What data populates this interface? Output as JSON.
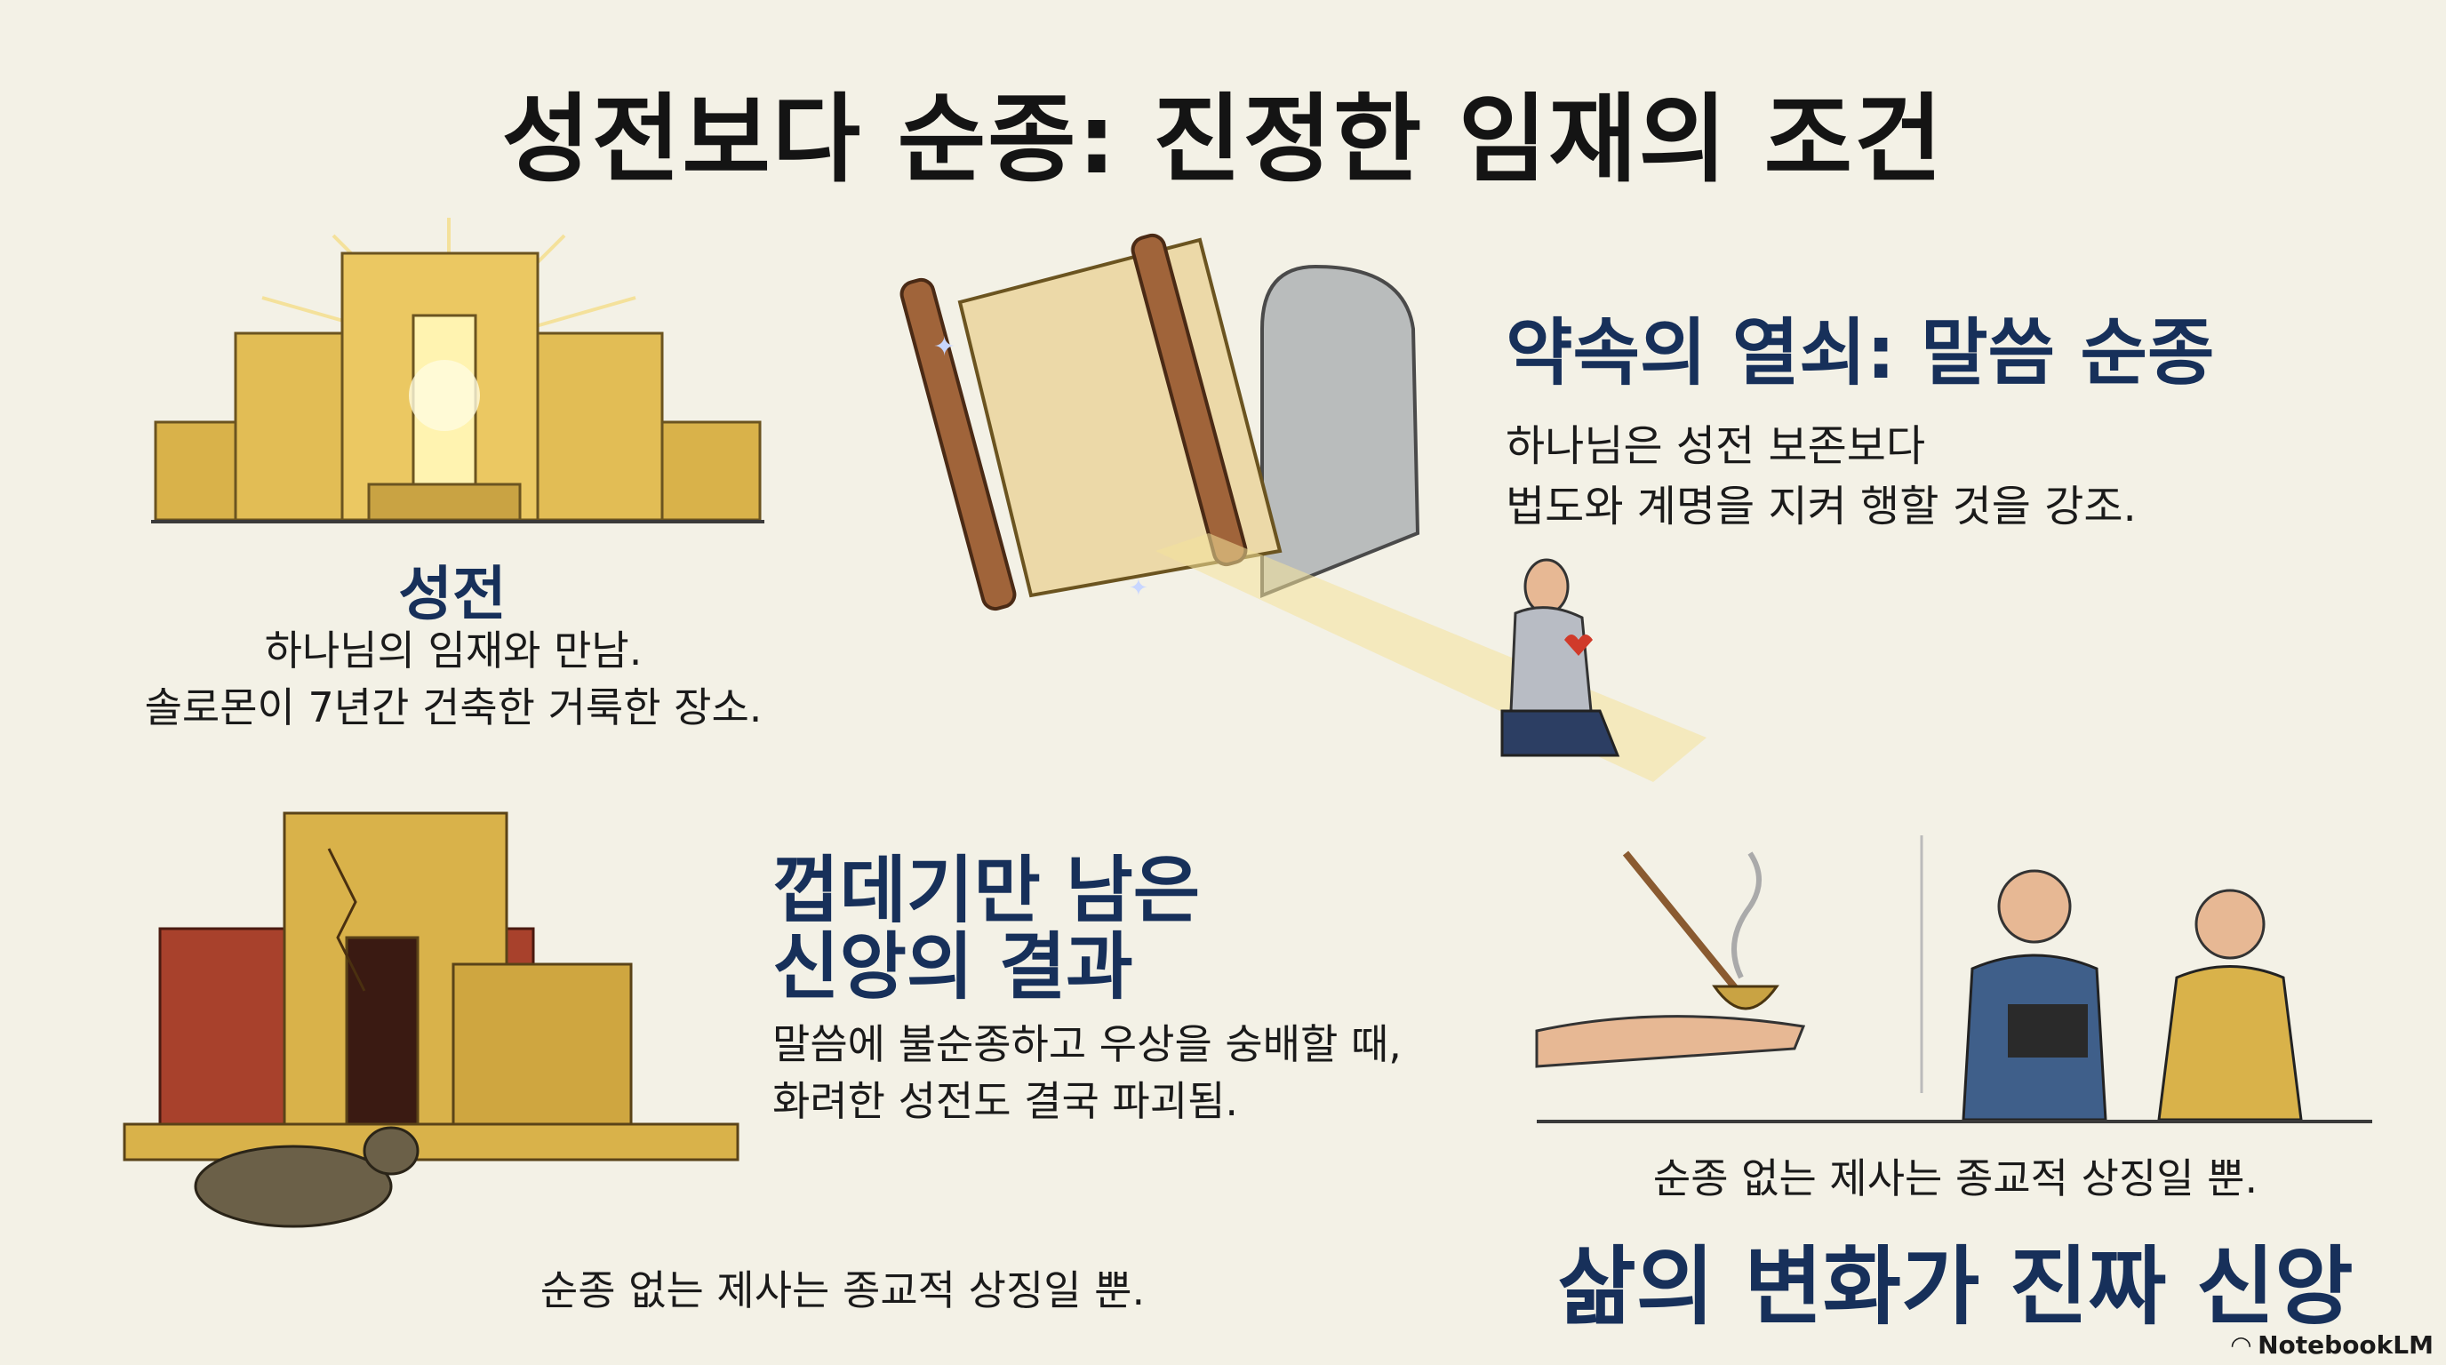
{
  "title": "성전보다 순종: 진정한 임재의 조건",
  "temple": {
    "heading": "성전",
    "lines": [
      "하나님의 임재와 만남.",
      "솔로몬이 7년간 건축한 거룩한 장소."
    ]
  },
  "covenant": {
    "heading": "약속의 열쇠: 말씀 순종",
    "lines": [
      "하나님은 성전 보존보다",
      "법도와 계명을 지켜 행할 것을 강조."
    ]
  },
  "ruin": {
    "heading_lines": [
      "껍데기만 남은",
      "신앙의 결과"
    ],
    "lines": [
      "말씀에 불순종하고 우상을 숭배할 때,",
      "화려한 성전도 결국 파괴됨."
    ],
    "caption": "순종 없는 제사는 종교적 상징일 뿐."
  },
  "life": {
    "caption": "순종 없는 제사는 종교적 상징일 뿐.",
    "heading": "삶의 변화가 진짜 신앙"
  },
  "brand": "NotebookLM",
  "colors": {
    "background": "#f3f1e6",
    "navy": "#17305a",
    "gold": "#d9b24a",
    "brick": "#a8412c"
  }
}
